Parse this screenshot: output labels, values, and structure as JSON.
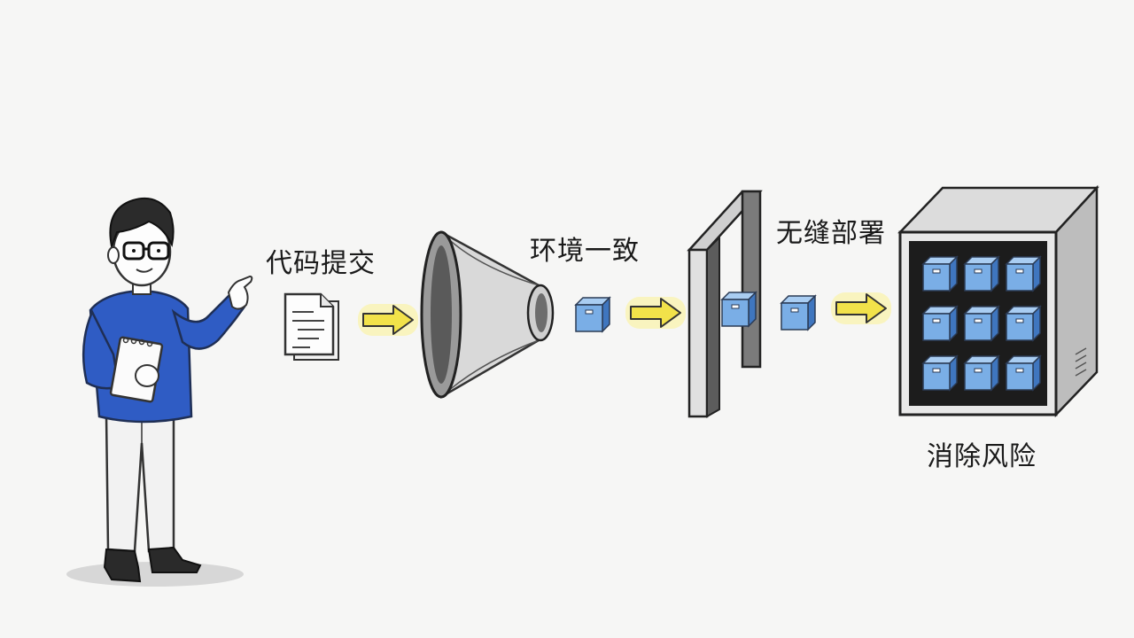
{
  "steps": [
    {
      "id": "commit",
      "label": "代码提交"
    },
    {
      "id": "environment",
      "label": "环境一致"
    },
    {
      "id": "deploy",
      "label": "无缝部署"
    },
    {
      "id": "risk",
      "label": "消除风险"
    }
  ],
  "colors": {
    "background": "#f6f6f5",
    "sweater": "#2f5cc4",
    "box": "#7aaee6",
    "box_dark": "#3f76bf",
    "arrow_fill": "#f2e24a",
    "arrow_glow": "#fbf3a8",
    "server_inner": "#1c1c1c"
  },
  "server_grid": {
    "rows": 3,
    "cols": 3
  }
}
